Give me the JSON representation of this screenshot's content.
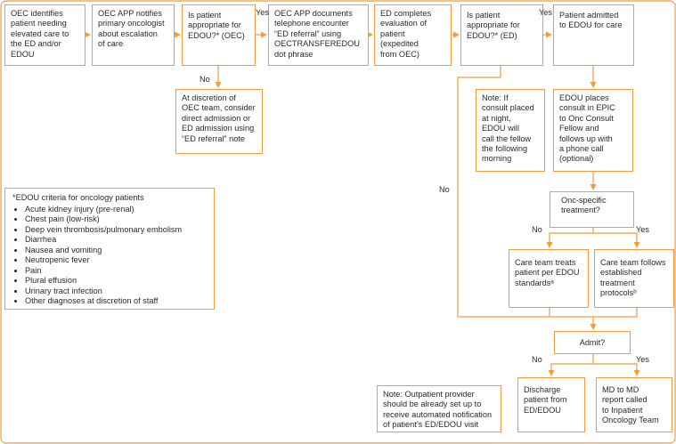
{
  "colors": {
    "accent": "#ef9d3e",
    "text": "#2b2b2b",
    "background": "#ffffff"
  },
  "nodes": {
    "oec_identifies": "OEC identifies\npatient needing\nelevated care to\nthe ED and/or\nEDOU",
    "app_notifies": "OEC APP notifies\nprimary oncologist\nabout escalation\nof care",
    "decision_oec": "Is patient\nappropriate for\nEDOU?* (OEC)",
    "app_documents": "OEC APP documents\ntelephone encounter\n“ED referral” using\nOECTRANSFEREDOU\ndot phrase",
    "ed_completes": "ED completes\nevaluation of\npatient (expedited\nfrom OEC)",
    "decision_ed": "Is patient\nappropriate for\nEDOU?* (ED)",
    "admitted_edou": "Patient admitted\nto EDOU for care",
    "discretion": "At discretion of\nOEC team, consider\ndirect admission or\nED admission using\n“ED referral” note",
    "note_night": "Note: If\nconsult placed\nat night,\nEDOU will\ncall the fellow\nthe following\nmorning",
    "edou_places": "EDOU places\nconsult in EPIC\nto Onc Consult\nFellow and\nfollows up with\na phone call\n(optional)",
    "onc_specific": "Onc-specific\ntreatment?",
    "treats_standards": "Care team treats\npatient per EDOU\nstandardsᵃ",
    "follows_protocols": "Care team follows\nestablished\ntreatment\nprotocolsᵇ",
    "admit": "Admit?",
    "note_outpatient": "Note: Outpatient provider\nshould be already set up to\nreceive automated notification\nof patient’s ED/EDOU visit",
    "discharge": "Discharge\npatient from\nED/EDOU",
    "md_report": "MD to MD\nreport called\nto Inpatient\nOncology Team"
  },
  "labels": {
    "yes_oec": "Yes",
    "no_oec": "No",
    "yes_ed": "Yes",
    "no_ed": "No",
    "no_onc": "No",
    "yes_onc": "Yes",
    "no_admit": "No",
    "yes_admit": "Yes"
  },
  "criteria": {
    "title": "*EDOU criteria for oncology patients",
    "items": [
      "Acute kidney injury (pre-renal)",
      "Chest pain (low-risk)",
      "Deep vein thrombosis/pulmonary embolism",
      "Diarrhea",
      "Nausea and vomiting",
      "Neutropenic fever",
      "Pain",
      "Plural effusion",
      "Urinary tract infection",
      "Other diagnoses at discretion of staff"
    ]
  }
}
